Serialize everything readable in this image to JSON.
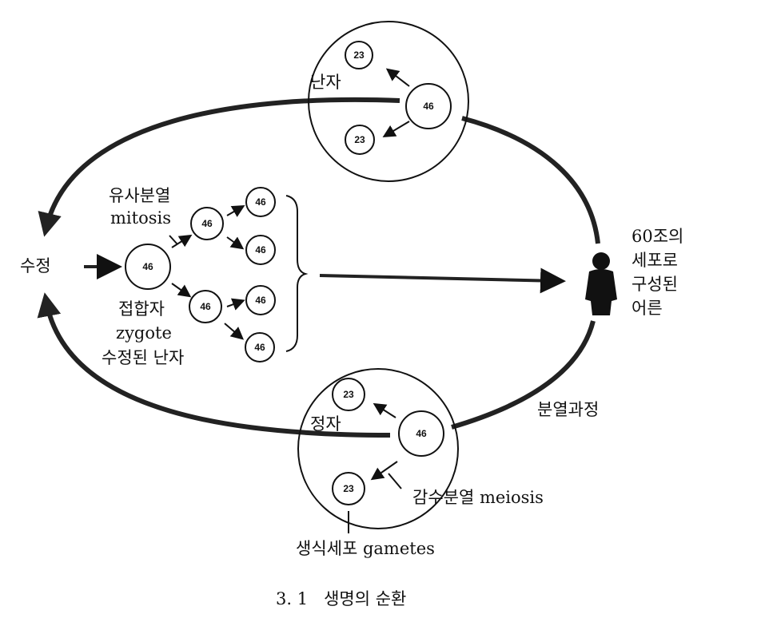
{
  "labels": {
    "egg": "난자",
    "sperm": "정자",
    "fertilization": "수정",
    "mitosis_ko": "유사분열",
    "mitosis_en": "mitosis",
    "zygote_ko": "접합자",
    "zygote_en": "zygote",
    "zygote_desc": "수정된 난자",
    "adult": [
      "60조의",
      "세포로",
      "구성된",
      "어른"
    ],
    "division_process": "분열과정",
    "meiosis": "감수분열 meiosis",
    "gametes": "생식세포 gametes"
  },
  "chromosomes": {
    "diploid": "46",
    "haploid": "23"
  },
  "caption": "3. 1   생명의 순환"
}
